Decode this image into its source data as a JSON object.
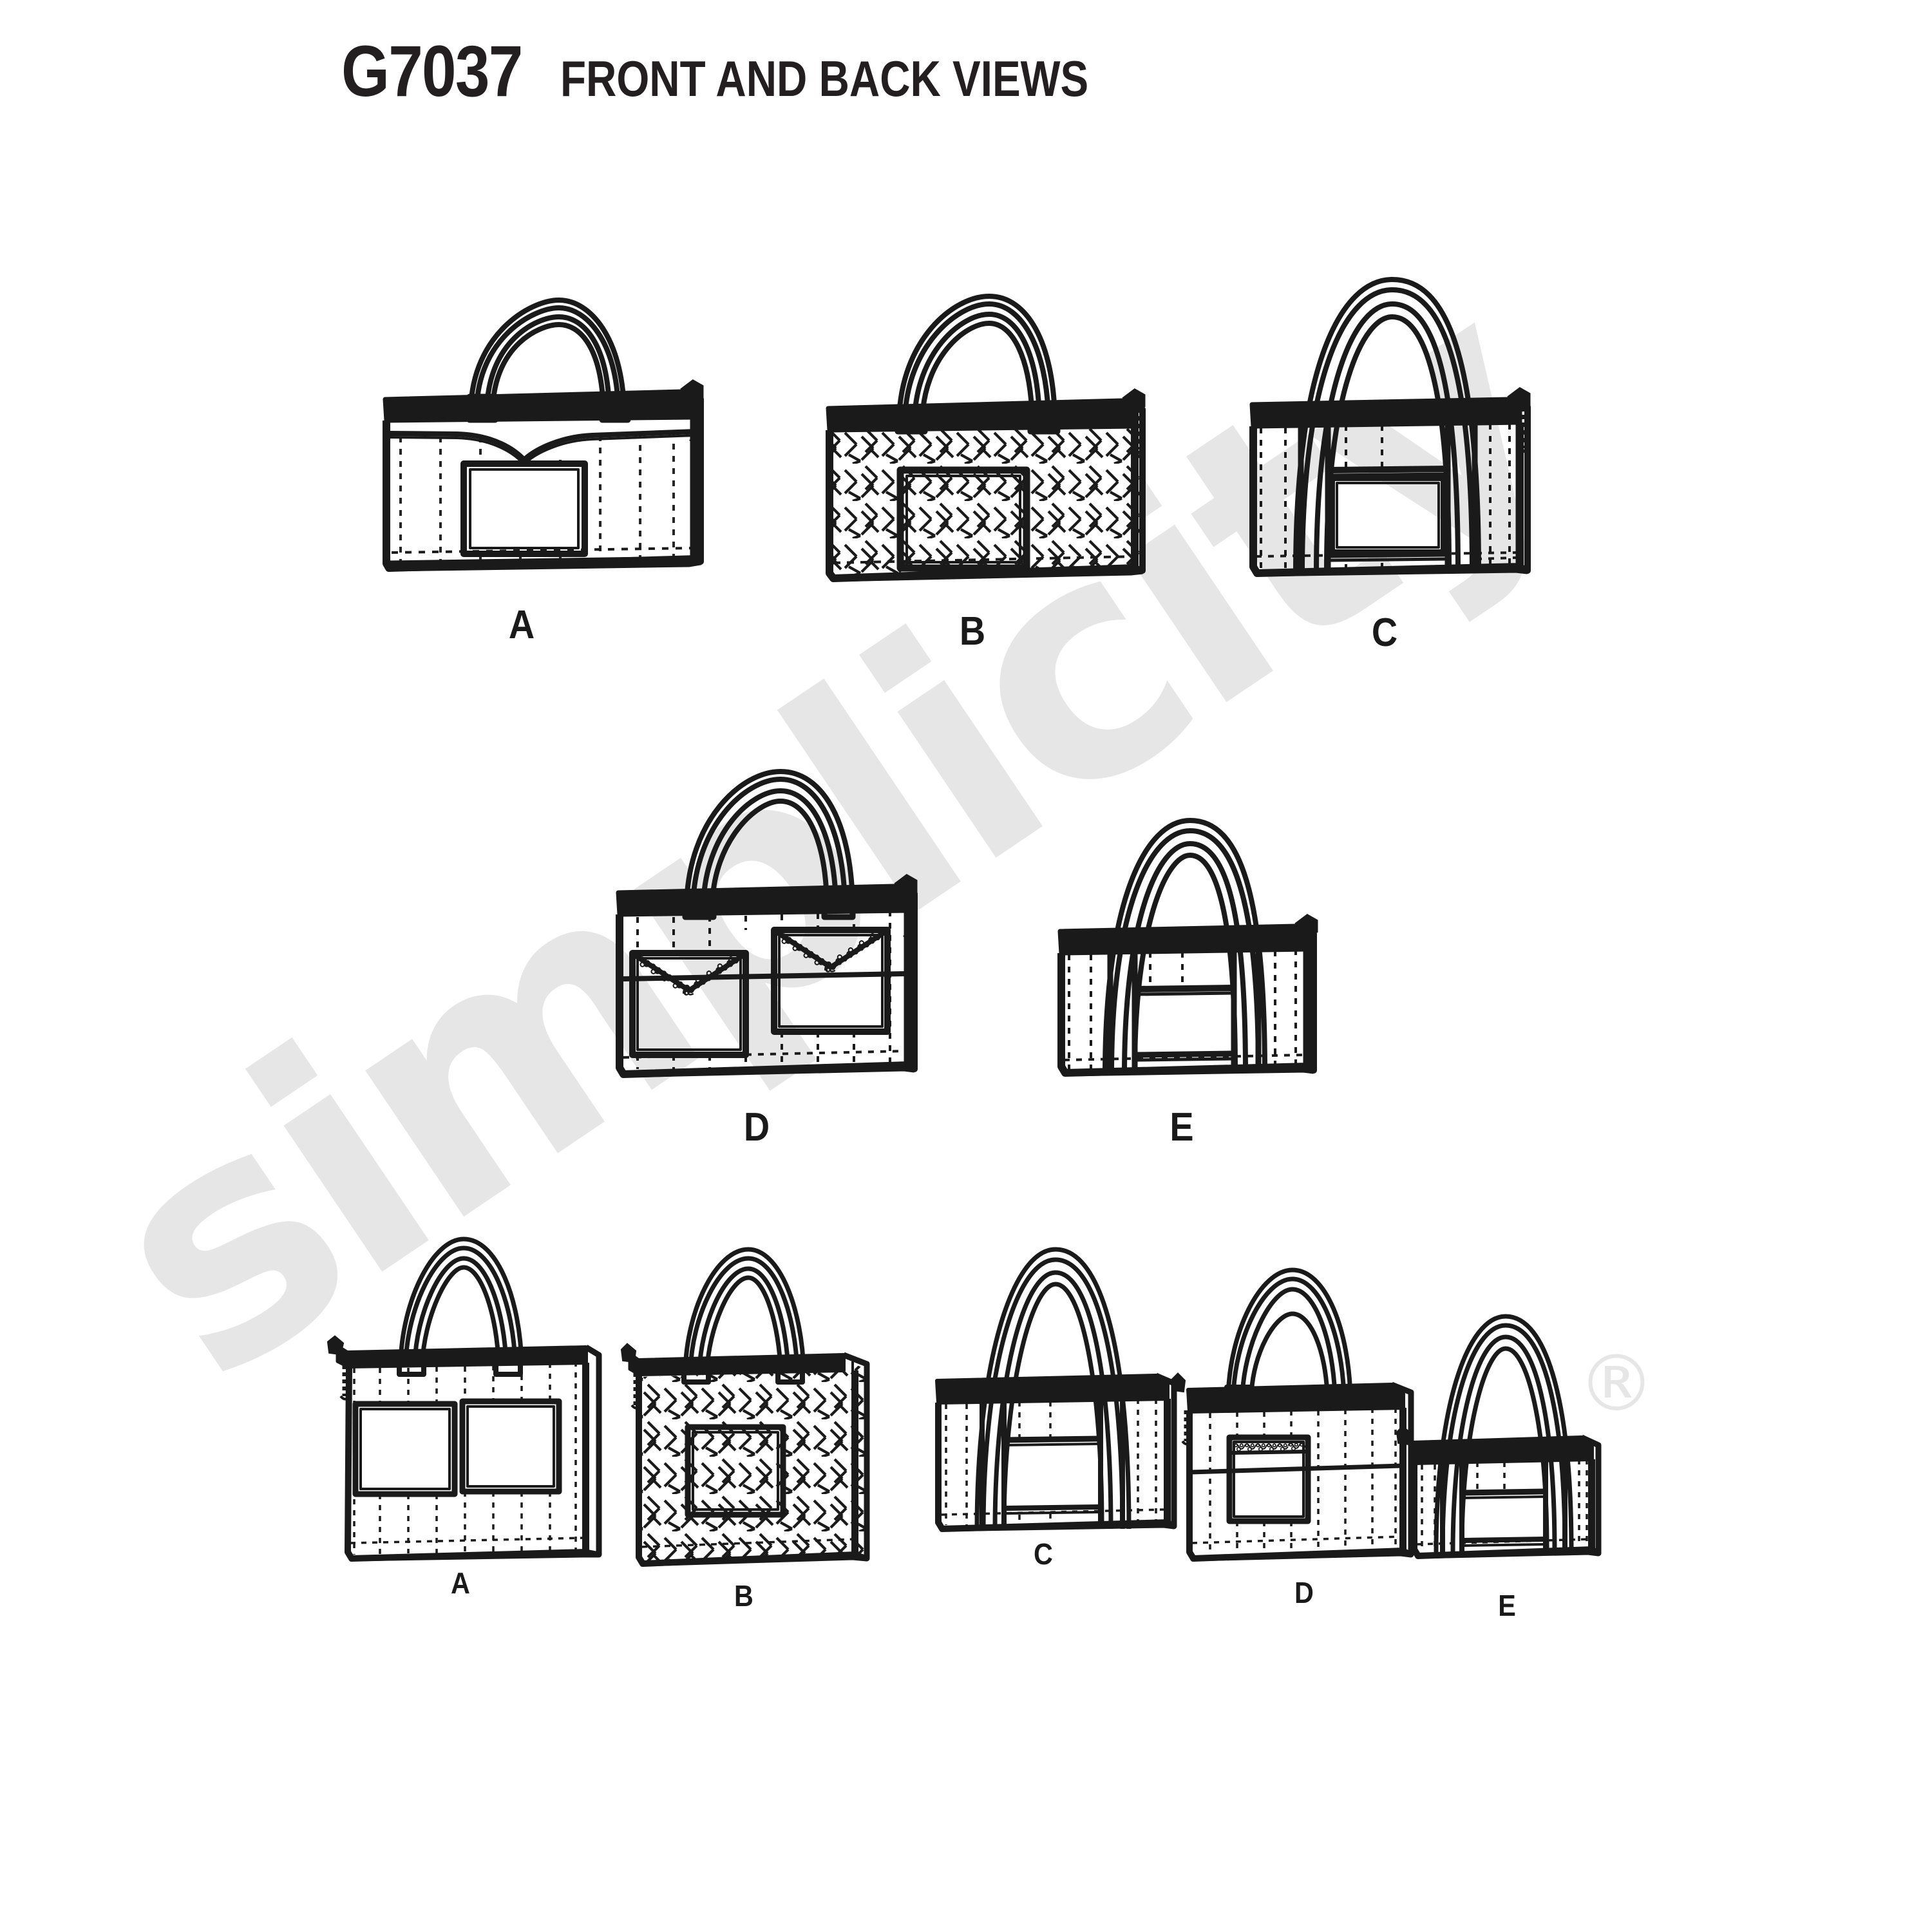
{
  "header": {
    "pattern_number": "G7037",
    "views_label": "FRONT AND BACK VIEWS"
  },
  "watermark": {
    "brand": "simplicity",
    "registered_mark": "®",
    "color": "#e6e6e6"
  },
  "colors": {
    "line": "#1a1a1a",
    "fill": "#ffffff",
    "background": "#ffffff",
    "stitch": "#1a1a1a",
    "watermark": "#e6e6e6"
  },
  "rows": [
    {
      "name": "front-views-row-1",
      "labels": [
        "A",
        "B",
        "C"
      ]
    },
    {
      "name": "front-views-row-2",
      "labels": [
        "D",
        "E"
      ]
    },
    {
      "name": "back-views-row",
      "labels": [
        "A",
        "B",
        "C",
        "D",
        "E"
      ]
    }
  ],
  "figures": [
    {
      "id": "front-a",
      "label": "A",
      "view": "front",
      "variant": "A",
      "features": [
        "double-straps",
        "v-shaped-yoke-seam",
        "rectangular-patch-pocket",
        "side-zipper",
        "topstitching"
      ],
      "texture": "plain",
      "pocket_count": 1
    },
    {
      "id": "front-b",
      "label": "B",
      "view": "front",
      "variant": "B",
      "features": [
        "double-straps",
        "quilted-crosshatch-body",
        "quilted-straps",
        "rectangular-patch-pocket",
        "side-zipper"
      ],
      "texture": "crosshatch-dash",
      "pocket_count": 1
    },
    {
      "id": "front-c",
      "label": "C",
      "view": "front",
      "variant": "C",
      "features": [
        "long-straps-extending-down-body",
        "center-panel",
        "lower-pocket",
        "side-zipper",
        "topstitching"
      ],
      "texture": "plain",
      "pocket_count": 1
    },
    {
      "id": "front-d",
      "label": "D",
      "view": "front",
      "variant": "D",
      "features": [
        "double-straps",
        "two-envelope-flap-pockets",
        "lace-trim-on-flaps",
        "side-zipper",
        "topstitching"
      ],
      "texture": "plain",
      "pocket_count": 2
    },
    {
      "id": "front-e",
      "label": "E",
      "view": "front",
      "variant": "E",
      "features": [
        "long-straps-extending-down-body",
        "center-panel",
        "lower-pocket",
        "side-zipper"
      ],
      "texture": "plain",
      "pocket_count": 1
    },
    {
      "id": "back-a",
      "label": "A",
      "view": "back",
      "variant": "A",
      "features": [
        "double-straps",
        "two-rectangular-patch-pockets",
        "side-zipper-left",
        "topstitching"
      ],
      "texture": "plain",
      "pocket_count": 2
    },
    {
      "id": "back-b",
      "label": "B",
      "view": "back",
      "variant": "B",
      "features": [
        "double-straps",
        "quilted-crosshatch-body",
        "single-center-pocket",
        "side-zipper-left"
      ],
      "texture": "crosshatch-dash",
      "pocket_count": 1
    },
    {
      "id": "back-c",
      "label": "C",
      "view": "back",
      "variant": "C",
      "features": [
        "long-straps-extending-down-body",
        "center-panel",
        "side-zipper-left"
      ],
      "texture": "plain",
      "pocket_count": 0
    },
    {
      "id": "back-d",
      "label": "D",
      "view": "back",
      "variant": "D",
      "features": [
        "double-straps",
        "single-patch-pocket",
        "horizontal-lace-trim",
        "side-zipper-left",
        "topstitching"
      ],
      "texture": "plain",
      "pocket_count": 1
    },
    {
      "id": "back-e",
      "label": "E",
      "view": "back",
      "variant": "E",
      "features": [
        "long-straps-extending-down-body",
        "center-panel",
        "side-zipper-left"
      ],
      "texture": "plain",
      "pocket_count": 0
    }
  ]
}
